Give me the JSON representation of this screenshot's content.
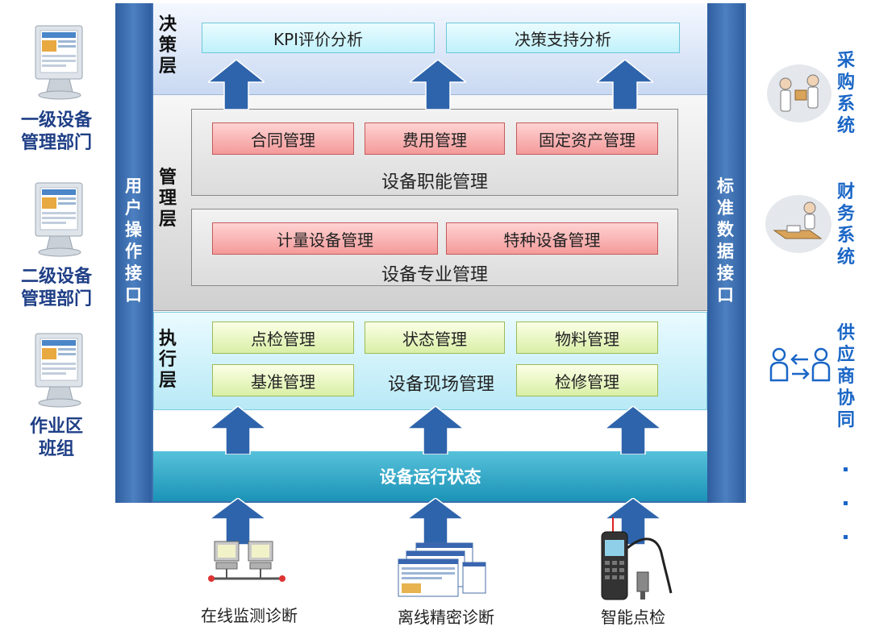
{
  "left_groups": [
    {
      "line1": "一级设备",
      "line2": "管理部门"
    },
    {
      "line1": "二级设备",
      "line2": "管理部门"
    },
    {
      "line1": "作业区",
      "line2": "班组"
    }
  ],
  "left_pillar": [
    "用",
    "户",
    "操",
    "作",
    "接",
    "口"
  ],
  "right_pillar": [
    "标",
    "准",
    "数",
    "据",
    "接",
    "口"
  ],
  "tiers": {
    "decision": {
      "label": [
        "决",
        "策",
        "层"
      ],
      "boxes": [
        "KPI评价分析",
        "决策支持分析"
      ]
    },
    "management": {
      "label": [
        "管",
        "理",
        "层"
      ],
      "function_panel": {
        "boxes": [
          "合同管理",
          "费用管理",
          "固定资产管理"
        ],
        "title": "设备职能管理"
      },
      "professional_panel": {
        "boxes": [
          "计量设备管理",
          "特种设备管理"
        ],
        "title": "设备专业管理"
      }
    },
    "execution": {
      "label": [
        "执",
        "行",
        "层"
      ],
      "boxes": [
        "点检管理",
        "状态管理",
        "物料管理",
        "基准管理",
        "检修管理"
      ],
      "title": "设备现场管理"
    }
  },
  "status_bar": "设备运行状态",
  "bottom_sources": [
    "在线监测诊断",
    "离线精密诊断",
    "智能点检"
  ],
  "right_systems": [
    {
      "chars": [
        "采",
        "购",
        "系",
        "统"
      ]
    },
    {
      "chars": [
        "财",
        "务",
        "系",
        "统"
      ]
    },
    {
      "chars": [
        "供",
        "应",
        "商",
        "协",
        "同"
      ]
    }
  ],
  "icons": [
    "computer-monitor-icon",
    "handshake-icon",
    "finance-desk-icon",
    "supplier-exchange-icon",
    "network-computers-icon",
    "software-windows-icon",
    "handheld-device-icon",
    "arrow-up-icon"
  ],
  "colors": {
    "frame": "#3f6fae",
    "label_blue": "#1a66c6",
    "label_dark": "#1f3f86",
    "status": "#1b93b7"
  }
}
